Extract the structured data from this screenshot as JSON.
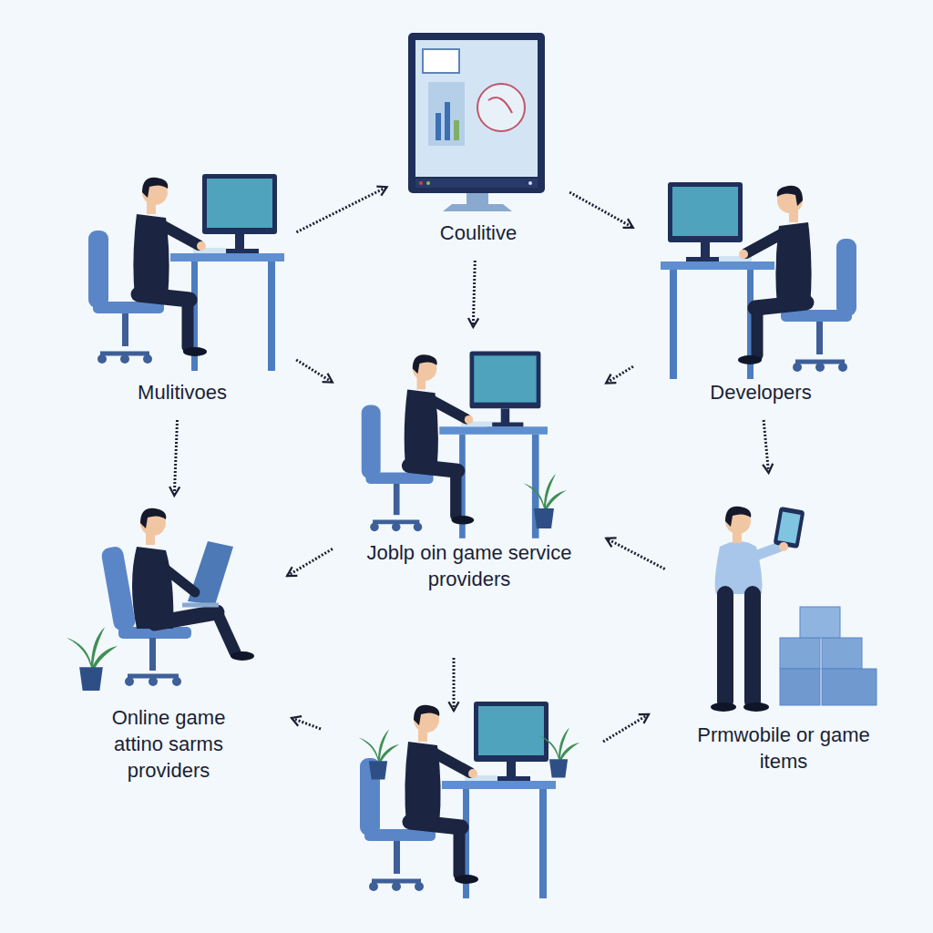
{
  "diagram": {
    "nodes": [
      {
        "text": [
          "Coulitive"
        ]
      },
      {
        "text": [
          "Mulitivoes"
        ]
      },
      {
        "text": [
          "Developers"
        ]
      },
      {
        "text": [
          "Joblp oin game service providers"
        ]
      },
      {
        "text": [
          "Online game attino sarms providers"
        ]
      },
      {
        "text": [
          "Prmwobile or game items"
        ]
      }
    ],
    "edges": [
      {
        "from": 1,
        "to": 0,
        "arrow": "to"
      },
      {
        "from": 0,
        "to": 2,
        "arrow": "to"
      },
      {
        "from": 0,
        "to": 3,
        "arrow": "to"
      },
      {
        "from": 1,
        "to": 3,
        "arrow": "to"
      },
      {
        "from": 2,
        "to": 3,
        "arrow": "to"
      },
      {
        "from": 1,
        "to": 4,
        "arrow": "to"
      },
      {
        "from": 2,
        "to": 5,
        "arrow": "to"
      },
      {
        "from": 3,
        "to": 4,
        "arrow": "to"
      },
      {
        "from": 5,
        "to": 3,
        "arrow": "to"
      }
    ]
  }
}
